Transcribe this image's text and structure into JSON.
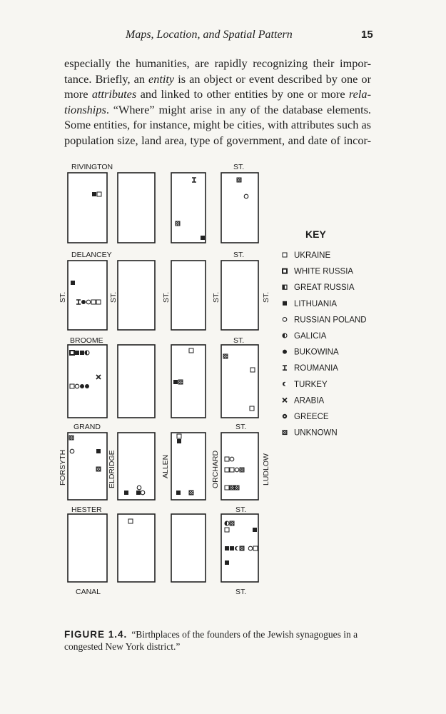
{
  "running_head": {
    "title": "Maps, Location, and Spatial Pattern",
    "page_number": "15"
  },
  "body_text": {
    "lines": [
      [
        "especially the humanities, are rapidly recognizing their impor-"
      ],
      [
        "tance. Briefly, an ",
        {
          "i": "entity"
        },
        " is an object or event described by one or"
      ],
      [
        "more ",
        {
          "i": "attributes"
        },
        " and linked to other entities by one or more ",
        {
          "i": "rela-"
        }
      ],
      [
        {
          "i": "tionships"
        },
        ". “Where” might arise in any of the database elements."
      ],
      [
        "Some entities, for instance, might be cities, with attributes such as"
      ],
      [
        "population size, land area, type of government, and date of incor-"
      ]
    ]
  },
  "figure": {
    "street_labels": {
      "rivington": "RIVINGTON",
      "delancey": "DELANCEY",
      "broome": "BROOME",
      "grand": "GRAND",
      "hester": "HESTER",
      "canal": "CANAL",
      "st": "ST.",
      "forsyth": "FORSYTH",
      "eldridge": "ELDRIDGE",
      "allen": "ALLEN",
      "orchard": "ORCHARD",
      "ludlow": "LUDLOW"
    },
    "key_title": "KEY",
    "key": [
      {
        "label": "UKRAINE",
        "symbol": "open-square"
      },
      {
        "label": "WHITE RUSSIA",
        "symbol": "open-square-thick"
      },
      {
        "label": "GREAT RUSSIA",
        "symbol": "half-square"
      },
      {
        "label": "LITHUANIA",
        "symbol": "filled-square"
      },
      {
        "label": "RUSSIAN POLAND",
        "symbol": "open-circle"
      },
      {
        "label": "GALICIA",
        "symbol": "half-circle"
      },
      {
        "label": "BUKOWINA",
        "symbol": "filled-circle"
      },
      {
        "label": "ROUMANIA",
        "symbol": "i-beam"
      },
      {
        "label": "TURKEY",
        "symbol": "crescent"
      },
      {
        "label": "ARABIA",
        "symbol": "x-mark"
      },
      {
        "label": "GREECE",
        "symbol": "filled-diamond-circle"
      },
      {
        "label": "UNKNOWN",
        "symbol": "cross-hatched-square"
      }
    ]
  },
  "caption": {
    "label": "FIGURE 1.4.",
    "text": "“Birthplaces of the founders of the Jewish synagogues in a congested New York district.”"
  }
}
